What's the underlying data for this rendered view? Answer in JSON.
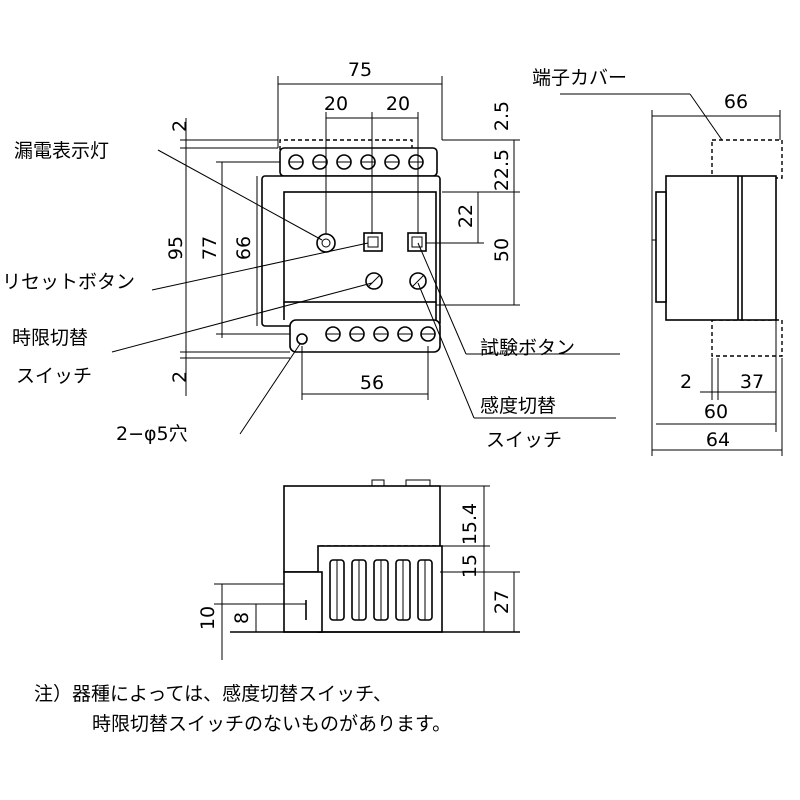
{
  "labels": {
    "leak_lamp": "漏電表示灯",
    "reset_button": "リセットボタン",
    "time_switch_1": "時限切替",
    "time_switch_2": "スイッチ",
    "holes": "2−φ5穴",
    "test_button": "試験ボタン",
    "sens_switch_1": "感度切替",
    "sens_switch_2": "スイッチ",
    "terminal_cover": "端子カバー"
  },
  "dimensions": {
    "front_width": "75",
    "pitch_left": "20",
    "pitch_right": "20",
    "top_margin": "2",
    "bottom_margin": "2",
    "overall_height": "95",
    "body_height": "77",
    "inner_height": "66",
    "right_2_5": "2.5",
    "right_22_5": "22.5",
    "right_22": "22",
    "right_50": "50",
    "bottom_56": "56",
    "side_66": "66",
    "side_2": "2",
    "side_37": "37",
    "side_60": "60",
    "side_64": "64",
    "bottom_15_4": "15.4",
    "bottom_15": "15",
    "bottom_27": "27",
    "bottom_10": "10",
    "bottom_8": "8"
  },
  "note": {
    "line1": "注）器種によっては、感度切替スイッチ、",
    "line2": "時限切替スイッチのないものがあります。"
  }
}
